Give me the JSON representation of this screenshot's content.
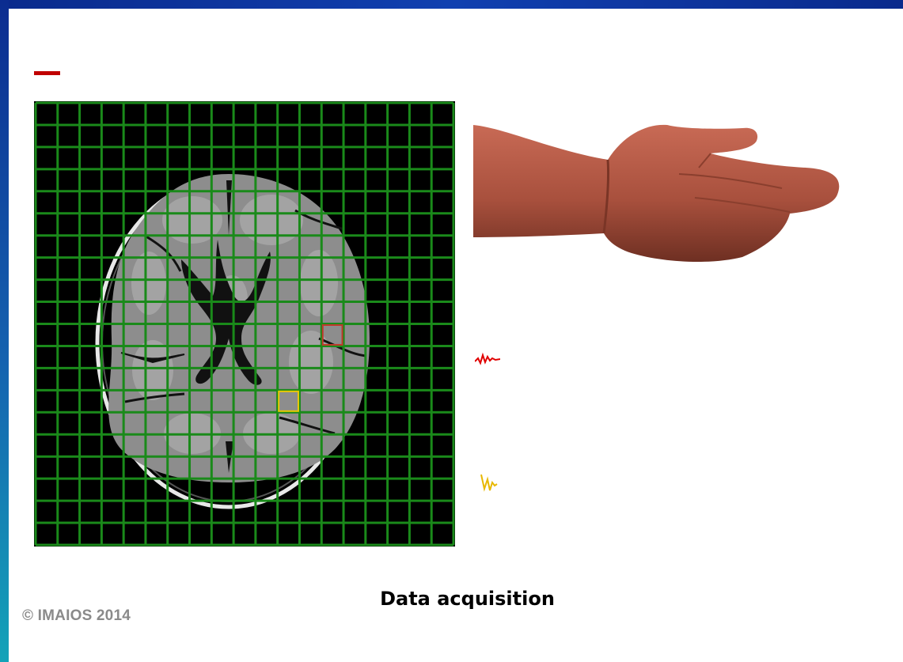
{
  "caption": "Data acquisition",
  "copyright": "© IMAIOS 2014",
  "colors": {
    "frame_blue": "#0a2a8c",
    "grid_green": "#1a8a1a",
    "highlight_red": "#c0392b",
    "highlight_yellow": "#e8c800",
    "marker_red": "#c00000"
  },
  "grid": {
    "columns": 19,
    "rows": 20
  },
  "highlighted_cells": [
    {
      "color": "red",
      "col": 13,
      "row": 10
    },
    {
      "color": "yellow",
      "col": 11,
      "row": 13
    }
  ],
  "icons": [
    "mri-brain-slice",
    "hand-icon",
    "red-signal-wave",
    "yellow-signal-wave"
  ]
}
